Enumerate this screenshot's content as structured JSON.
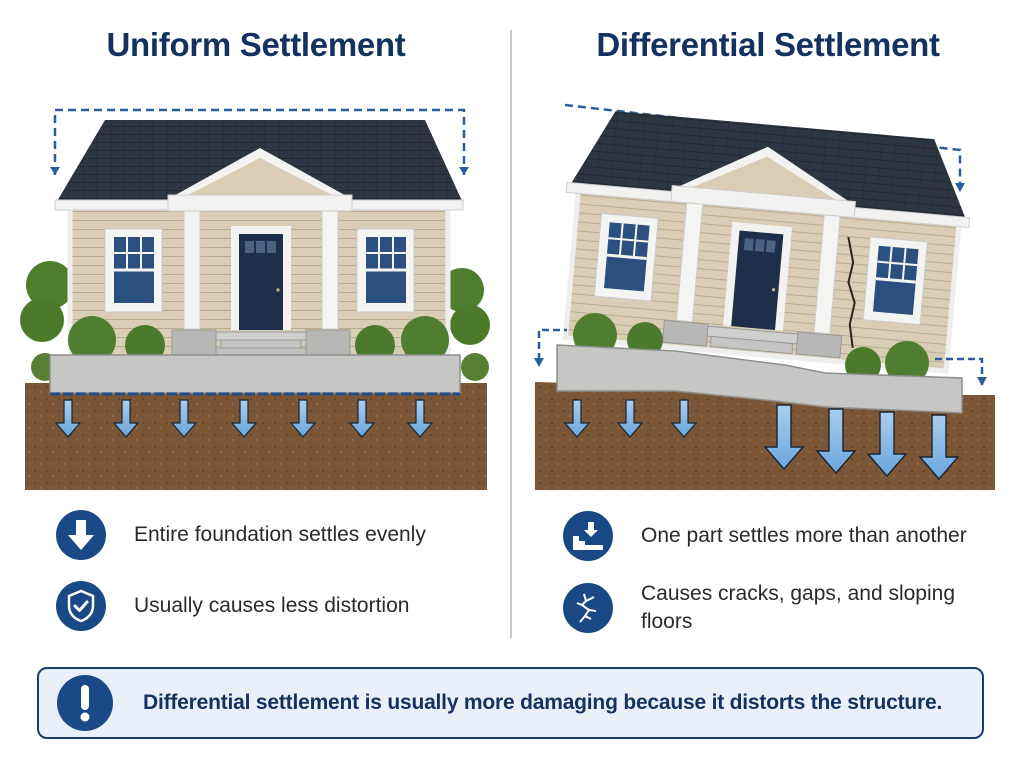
{
  "left_panel": {
    "title": "Uniform Settlement",
    "bullets": [
      {
        "icon": "arrow-down-icon",
        "text": "Entire foundation settles evenly"
      },
      {
        "icon": "shield-check-icon",
        "text": "Usually causes less distortion"
      }
    ],
    "settlement_arrows": 7
  },
  "right_panel": {
    "title": "Differential Settlement",
    "bullets": [
      {
        "icon": "stairs-arrow-down-icon",
        "text": "One part settles more than another"
      },
      {
        "icon": "crack-icon",
        "text": "Causes cracks, gaps, and sloping floors"
      }
    ],
    "settlement_arrows_small": 3,
    "settlement_arrows_large": 4
  },
  "callout": {
    "icon": "exclamation-icon",
    "text": "Differential settlement is usually more damaging because it distorts the structure."
  },
  "colors": {
    "title": "#13325f",
    "icon_bg": "#1a4a86",
    "callout_bg": "#e9f0f9",
    "callout_border": "#1b3d6c",
    "roof": "#2c3440",
    "siding": "#d8ccb4",
    "door": "#1d2f4a",
    "soil": "#7a5636",
    "concrete": "#c8c8c6",
    "arrow": "#7fb4e4",
    "foliage": "#4e7d2e"
  }
}
